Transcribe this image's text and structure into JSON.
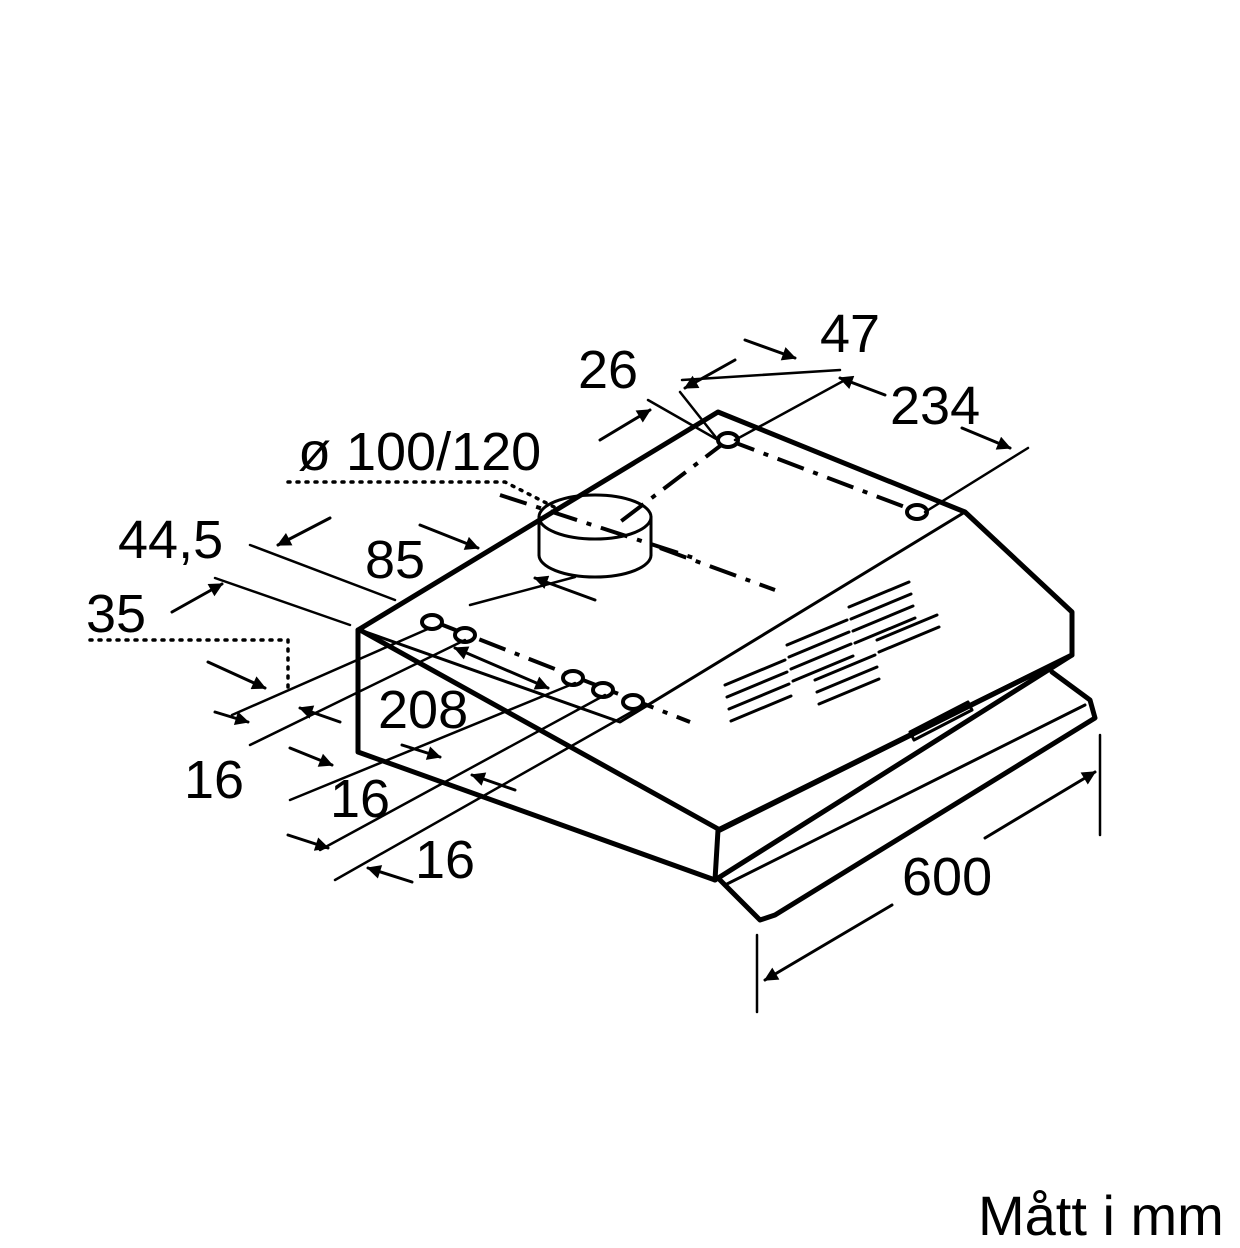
{
  "dimensions": {
    "d47": "47",
    "d26": "26",
    "d234": "234",
    "diameter": "ø 100/120",
    "d44_5": "44,5",
    "d85": "85",
    "d35": "35",
    "d208": "208",
    "d16_a": "16",
    "d16_b": "16",
    "d16_c": "16",
    "d600": "600"
  },
  "units_note": "Mått i mm"
}
